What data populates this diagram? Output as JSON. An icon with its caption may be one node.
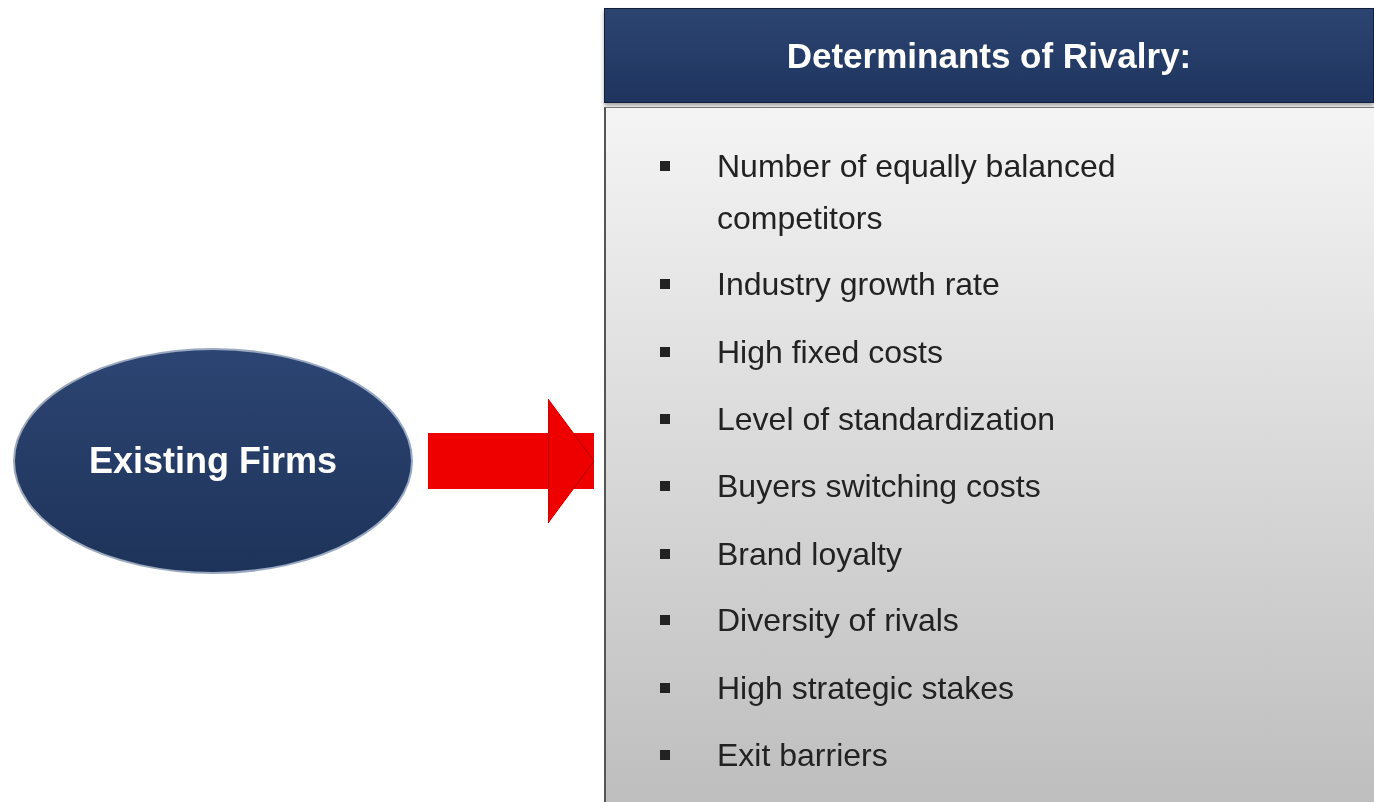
{
  "diagram": {
    "nodes": [
      {
        "text": [
          "Existing Firms"
        ]
      },
      {
        "text": [
          "Determinants of Rivalry:",
          "Number of equally balanced competitors",
          "Industry growth rate",
          "High fixed costs",
          "Level of standardization",
          "Buyers switching costs",
          "Brand loyalty",
          "Diversity of rivals",
          "High strategic stakes",
          "Exit barriers"
        ]
      }
    ],
    "edges": [
      {
        "from": 0,
        "to": 1,
        "arrow": "to"
      }
    ]
  }
}
